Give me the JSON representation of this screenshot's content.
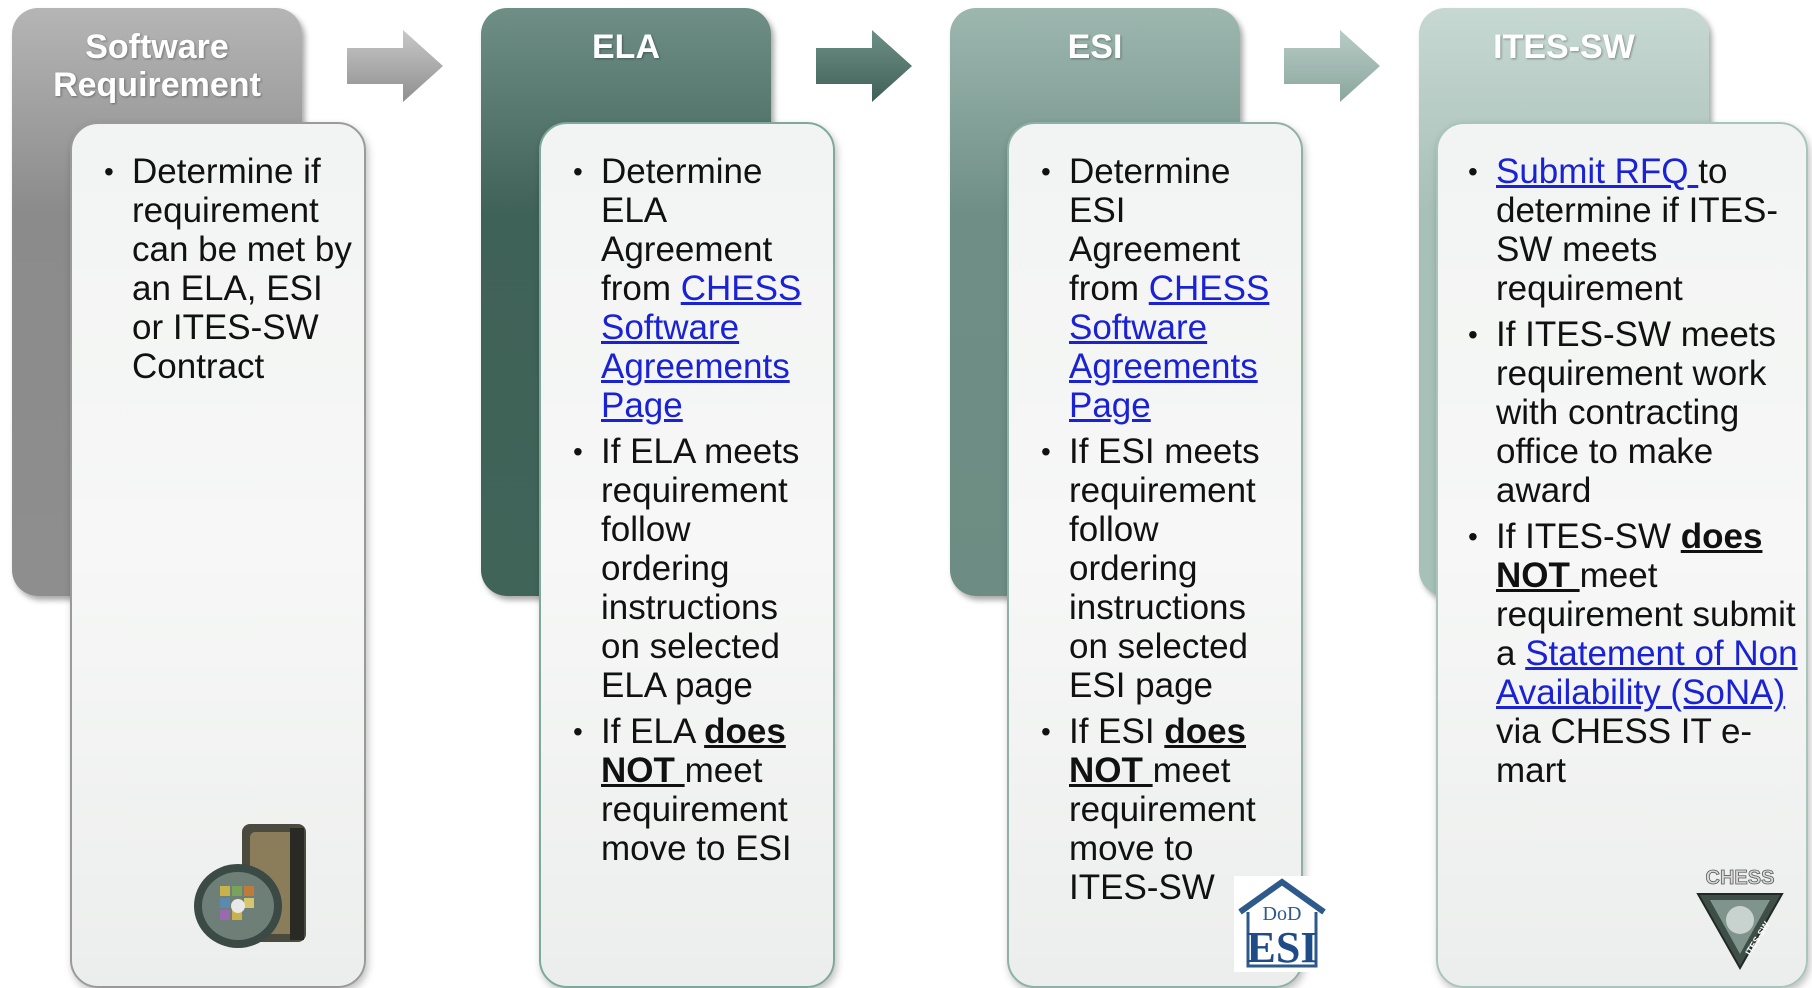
{
  "steps": [
    {
      "title": "Software\nRequirement"
    },
    {
      "title": "ELA"
    },
    {
      "title": "ESI"
    },
    {
      "title": "ITES-SW"
    }
  ],
  "card1": {
    "b1": "Determine if requirement can be met by an ELA, ESI or ITES-SW Contract"
  },
  "card2": {
    "b1_pre": "Determine ELA Agreement from ",
    "b1_link": "CHESS Software Agreements Page",
    "b2": "If ELA meets requirement follow ordering instructions on selected ELA page",
    "b3_pre": "If ELA ",
    "b3_bold": "does NOT ",
    "b3_post": "meet requirement move to ESI"
  },
  "card3": {
    "b1_pre": "Determine ESI Agreement from ",
    "b1_link": "CHESS Software Agreements Page",
    "b2": "If ESI meets requirement follow ordering instructions on selected ESI page",
    "b3_pre": "If ESI ",
    "b3_bold": "does NOT ",
    "b3_post": "meet requirement move to ITES-SW"
  },
  "card4": {
    "b1_link": "Submit RFQ ",
    "b1_post": "to determine if ITES-SW meets requirement",
    "b2": "If ITES-SW meets requirement work with contracting office to make award",
    "b3_pre": "If ITES-SW ",
    "b3_bold": "does NOT ",
    "b3_mid": "meet requirement submit a ",
    "b3_link": "Statement of Non Availability (SoNA) ",
    "b3_post": "via CHESS IT e-mart"
  },
  "logos": {
    "esi_top": "DoD",
    "esi_main": "ESI",
    "chess_word": "CHESS",
    "chess_sub": "ITES-SW"
  },
  "colors": {
    "gray": "#8e8e8e",
    "dark_teal": "#416459",
    "mid_teal": "#6d8d84",
    "light_teal": "#a7c1b9",
    "link": "#1a22d6"
  }
}
